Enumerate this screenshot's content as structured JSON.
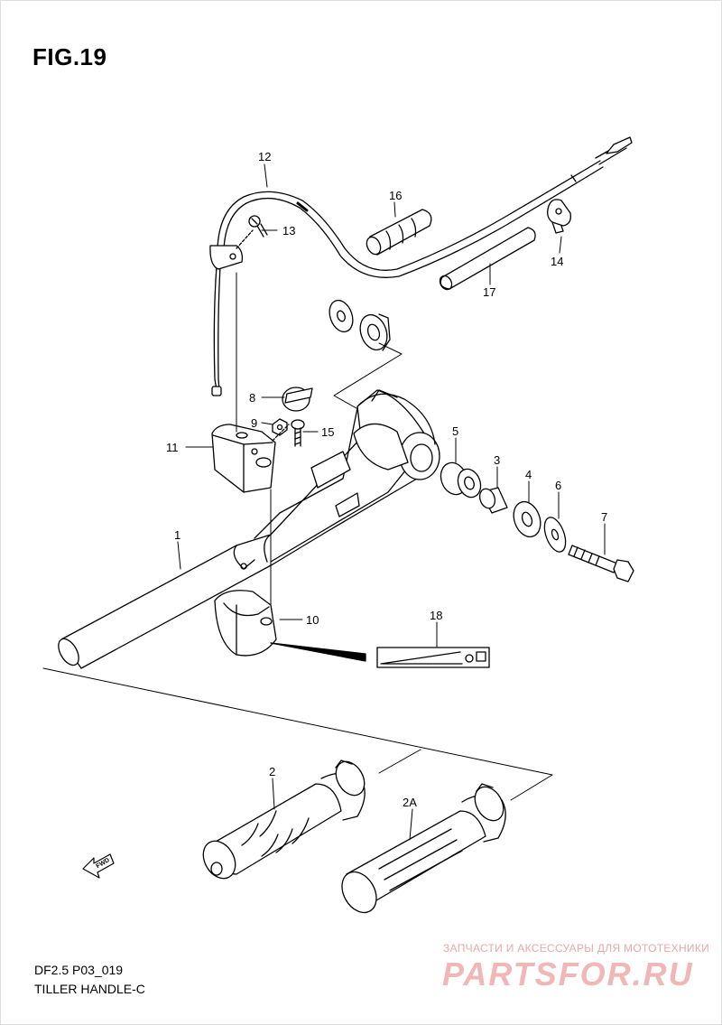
{
  "figure": {
    "title": "FIG.19"
  },
  "callouts": {
    "c1": "1",
    "c2": "2",
    "c2a": "2A",
    "c3": "3",
    "c4": "4",
    "c5": "5",
    "c6": "6",
    "c7": "7",
    "c8": "8",
    "c9": "9",
    "c10": "10",
    "c11": "11",
    "c12": "12",
    "c13": "13",
    "c14": "14",
    "c15": "15",
    "c16": "16",
    "c17": "17",
    "c18": "18"
  },
  "direction_marker": {
    "label": "FWD"
  },
  "footer": {
    "code": "DF2.5 P03_019",
    "title": "TILLER HANDLE-C"
  },
  "watermark": {
    "caption": "ЗАПЧАСТИ И АКСЕССУАРЫ ДЛЯ МОТОТЕХНИКИ",
    "logo": "PARTSFOR.RU"
  }
}
